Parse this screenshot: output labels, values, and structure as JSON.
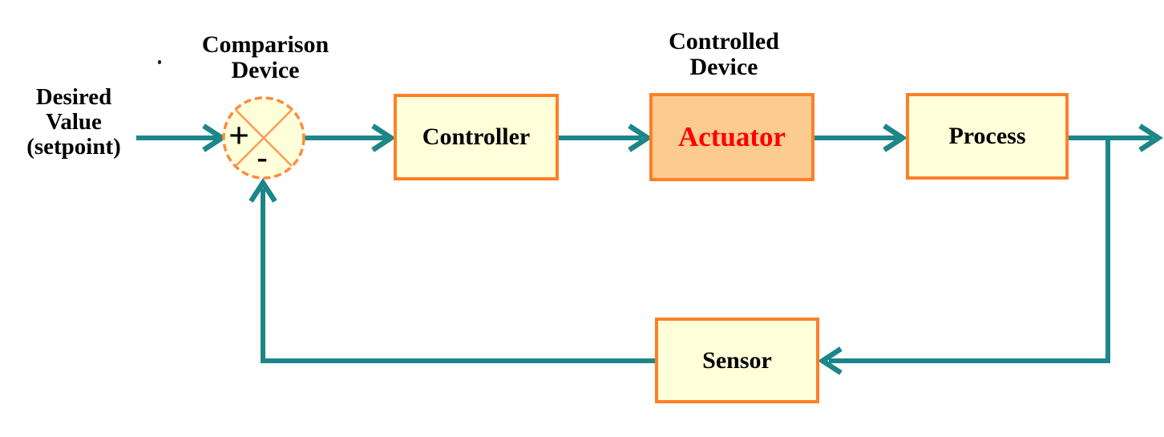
{
  "diagram": {
    "type": "feedback-control-loop-block-diagram",
    "labels": {
      "desired_value": "Desired\nValue\n(setpoint)",
      "comparison_device": "Comparison\nDevice",
      "controlled_device": "Controlled\nDevice"
    },
    "comparator": {
      "plus": "+",
      "minus": "-"
    },
    "blocks": {
      "controller": {
        "label": "Controller"
      },
      "actuator": {
        "label": "Actuator"
      },
      "process": {
        "label": "Process"
      },
      "sensor": {
        "label": "Sensor"
      }
    },
    "flow": [
      "Desired Value (setpoint) -> Comparison Device (+)",
      "Comparison Device -> Controller",
      "Controller -> Actuator",
      "Actuator -> Process",
      "Process -> output (right edge)",
      "Process output branch -> Sensor",
      "Sensor -> Comparison Device (-)"
    ],
    "colors": {
      "connector_teal": "#1D8688",
      "box_border_orange": "#FF7F27",
      "box_fill_cream": "#FFFFD9",
      "actuator_fill_peach": "#FBCB90",
      "actuator_text_red": "#FF0000",
      "comparator_cross_orange": "#FA9B57",
      "label_text_black": "#000000",
      "background": "#FFFFFF"
    }
  }
}
